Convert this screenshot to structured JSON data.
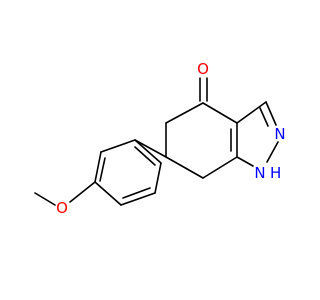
{
  "molecule": {
    "atoms": {
      "carbonyl_oxygen": "O",
      "ring_nitrogen": "N",
      "nh_nitrogen": "N",
      "nh_hydrogen": "H",
      "ether_oxygen": "O"
    },
    "colors": {
      "bond": "#000000",
      "oxygen": "#ff0000",
      "nitrogen": "#0000ff"
    }
  }
}
